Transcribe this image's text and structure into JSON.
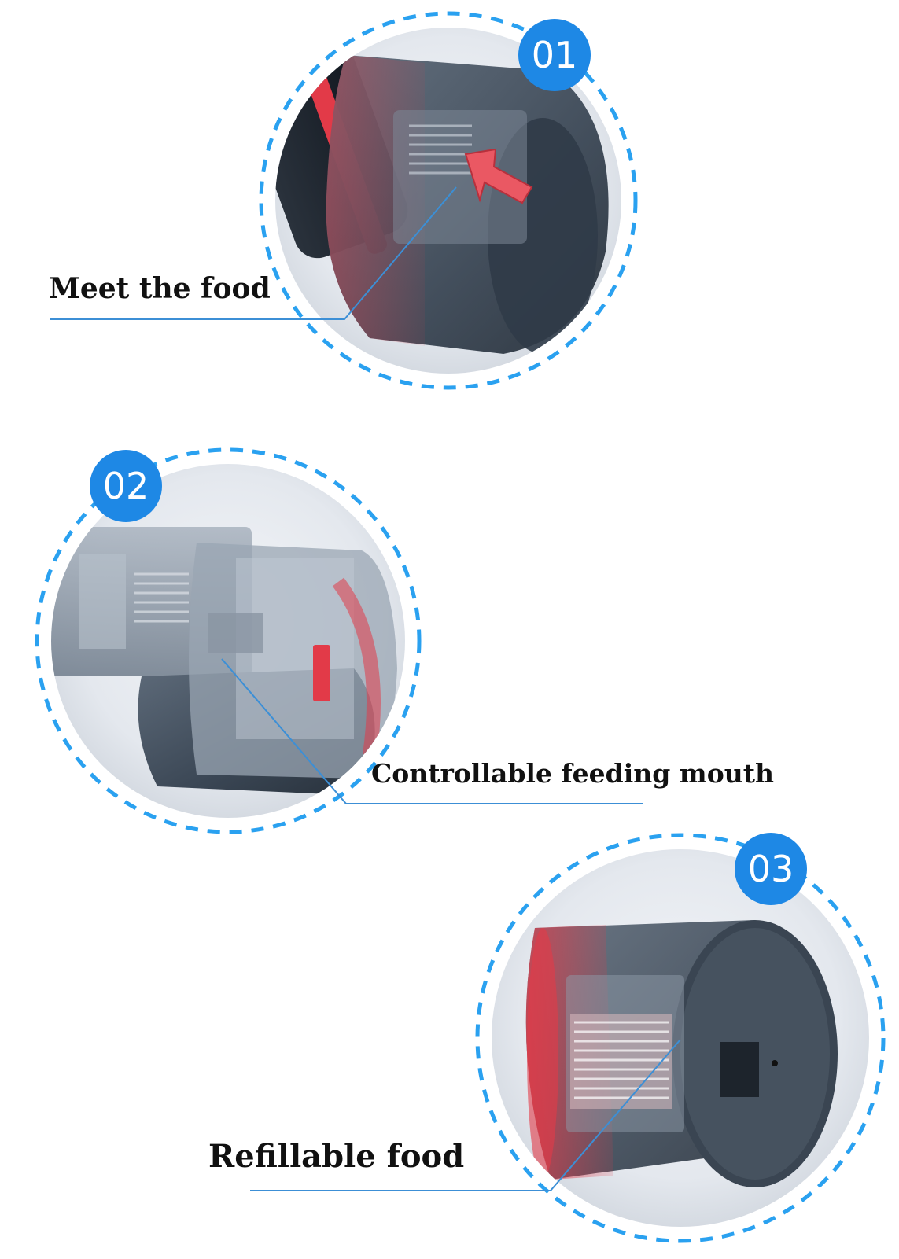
{
  "badges": {
    "one": "01",
    "two": "02",
    "three": "03"
  },
  "labels": {
    "one": "Meet the food",
    "two": "Controllable feeding mouth",
    "three": "Refillable food"
  },
  "colors": {
    "accent_blue": "#1E88E5",
    "dashed_ring": "#2AA1F0",
    "product_dark": "#2F3A46",
    "product_red": "#E23A48"
  }
}
